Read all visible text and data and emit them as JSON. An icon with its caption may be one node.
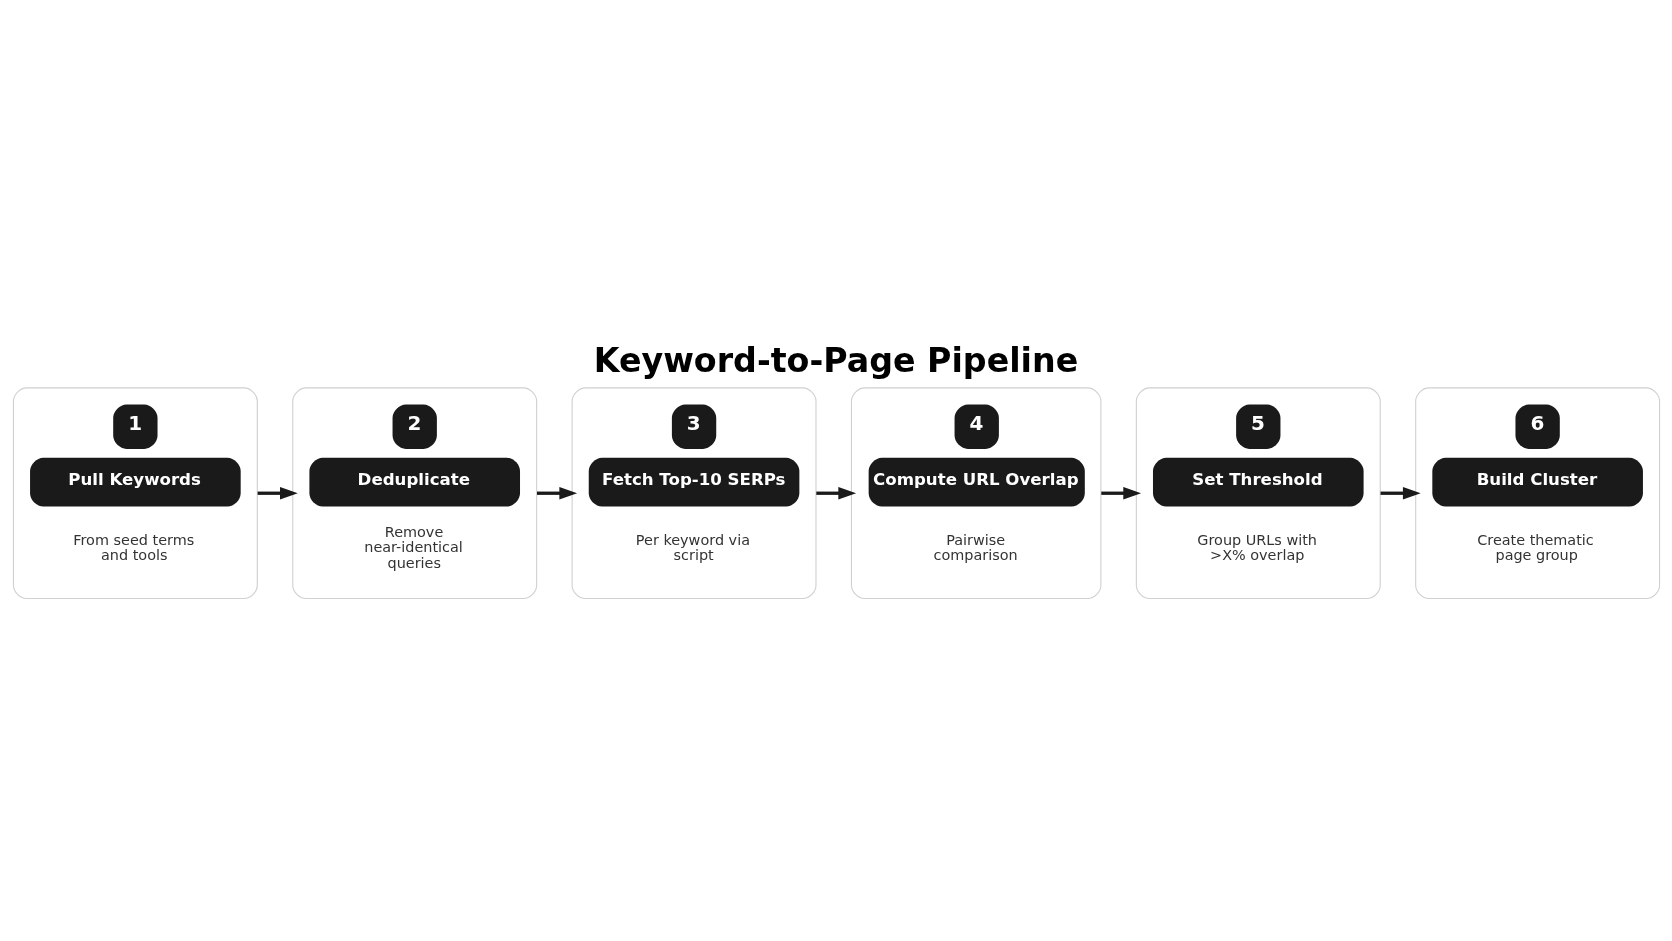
{
  "diagram": {
    "title": "Keyword-to-Page Pipeline",
    "nodes": [
      {
        "text": [
          "1",
          "Pull Keywords",
          "From seed terms and tools"
        ]
      },
      {
        "text": [
          "2",
          "Deduplicate",
          "Remove near-identical queries"
        ]
      },
      {
        "text": [
          "3",
          "Fetch Top-10 SERPs",
          "Per keyword via script"
        ]
      },
      {
        "text": [
          "4",
          "Compute URL Overlap",
          "Pairwise comparison"
        ]
      },
      {
        "text": [
          "5",
          "Set Threshold",
          "Group URLs with >X% overlap"
        ]
      },
      {
        "text": [
          "6",
          "Build Cluster",
          "Create thematic page group"
        ]
      }
    ],
    "edges": [
      {
        "from": 0,
        "to": 1,
        "arrow": "to"
      },
      {
        "from": 1,
        "to": 2,
        "arrow": "to"
      },
      {
        "from": 2,
        "to": 3,
        "arrow": "to"
      },
      {
        "from": 3,
        "to": 4,
        "arrow": "to"
      },
      {
        "from": 4,
        "to": 5,
        "arrow": "to"
      }
    ]
  }
}
